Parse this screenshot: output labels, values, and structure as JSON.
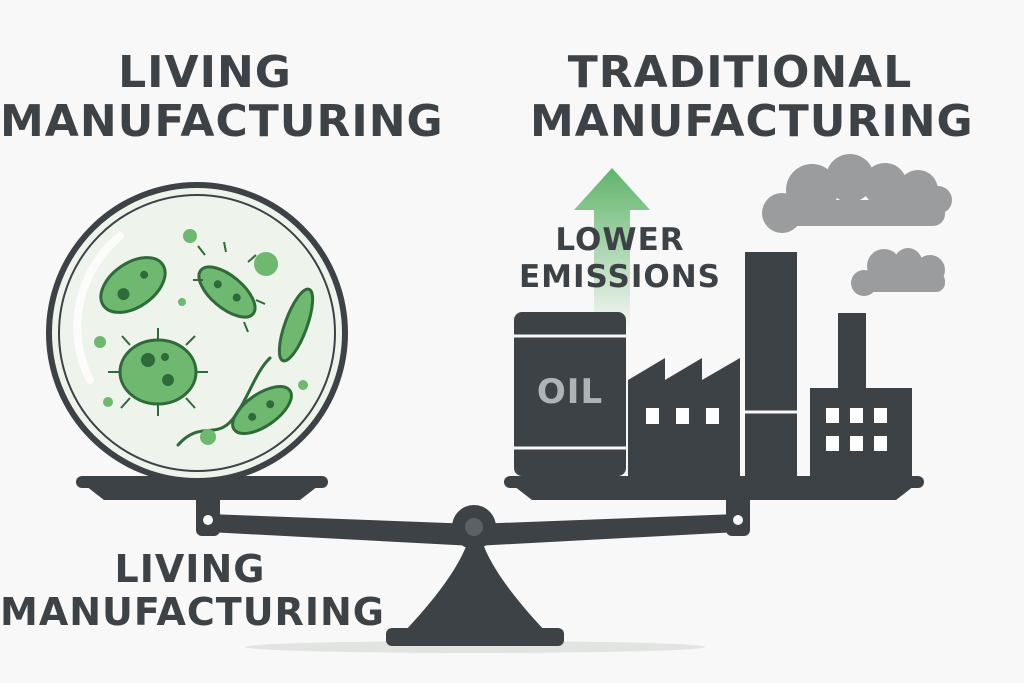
{
  "labels": {
    "title_left": [
      "LIVING",
      "MANUFACTURING"
    ],
    "title_right": [
      "TRADITIONAL",
      "MANUFACTURING"
    ],
    "title_bottom": [
      "LIVING",
      "MANUFACTURING"
    ],
    "emissions": [
      "LOWER",
      "EMISSIONS"
    ],
    "barrel": "OIL"
  },
  "colors": {
    "background": "#f7f8f7",
    "dark": "#3c4245",
    "microbe": "#6fb86f",
    "microbe_dark": "#2f6b3a",
    "arrow": "#5fb469",
    "smoke": "#9a9c9d",
    "petri": "#eef3ec"
  },
  "icons": [
    "petri-dish-icon",
    "bacteria-icon",
    "oil-barrel-icon",
    "factory-icon",
    "smoke-icon",
    "up-arrow-icon",
    "balance-scale-icon"
  ]
}
